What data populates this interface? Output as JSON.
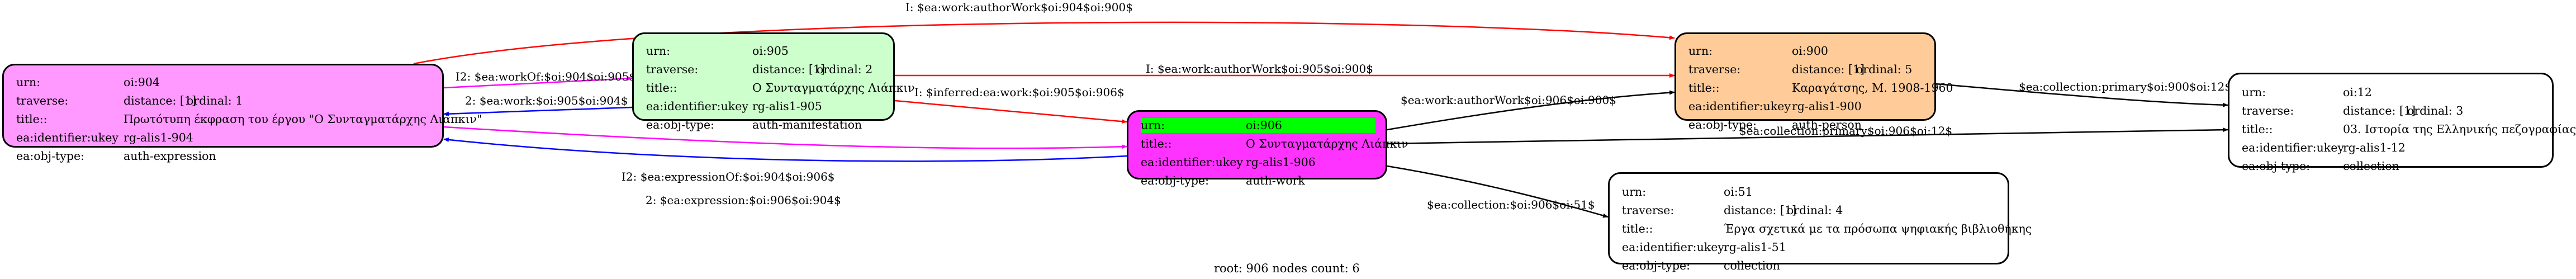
{
  "nodes": {
    "n904": {
      "urn_k": "urn:",
      "urn_v": "oi:904",
      "traverse_k": "traverse:",
      "distance": "distance: [1]",
      "ordinal": "ordinal: 1",
      "title_k": "title::",
      "title_v": "Πρωτότυπη έκφραση του έργου \"Ο Συνταγματάρχης Λιάπκιν\"",
      "ident_k": "ea:identifier:ukey",
      "ident_v": "rg-alis1-904",
      "type_k": "ea:obj-type:",
      "type_v": "auth-expression"
    },
    "n905": {
      "urn_k": "urn:",
      "urn_v": "oi:905",
      "traverse_k": "traverse:",
      "distance": "distance: [1]",
      "ordinal": "ordinal: 2",
      "title_k": "title::",
      "title_v": "Ο Συνταγματάρχης Λιάπκιν",
      "ident_k": "ea:identifier:ukey",
      "ident_v": "rg-alis1-905",
      "type_k": "ea:obj-type:",
      "type_v": "auth-manifestation"
    },
    "n906": {
      "urn_k": "urn:",
      "urn_v": "oi:906",
      "title_k": "title::",
      "title_v": "Ο Συνταγματάρχης Λιάπκιν",
      "ident_k": "ea:identifier:ukey",
      "ident_v": "rg-alis1-906",
      "type_k": "ea:obj-type:",
      "type_v": "auth-work"
    },
    "n900": {
      "urn_k": "urn:",
      "urn_v": "oi:900",
      "traverse_k": "traverse:",
      "distance": "distance: [1]",
      "ordinal": "ordinal: 5",
      "title_k": "title::",
      "title_v": "Καραγάτσης, Μ. 1908-1960",
      "ident_k": "ea:identifier:ukey",
      "ident_v": "rg-alis1-900",
      "type_k": "ea:obj-type:",
      "type_v": "auth-person"
    },
    "n12": {
      "urn_k": "urn:",
      "urn_v": "oi:12",
      "traverse_k": "traverse:",
      "distance": "distance: [1]",
      "ordinal": "ordinal: 3",
      "title_k": "title::",
      "title_v": "03. Ιστορία της Ελληνικής πεζογραφίας",
      "ident_k": "ea:identifier:ukey",
      "ident_v": "rg-alis1-12",
      "type_k": "ea:obj-type:",
      "type_v": "collection"
    },
    "n51": {
      "urn_k": "urn:",
      "urn_v": "oi:51",
      "traverse_k": "traverse:",
      "distance": "distance: [1]",
      "ordinal": "ordinal: 4",
      "title_k": "title::",
      "title_v": "Έργα σχετικά με τα πρόσωπα ψηφιακής βιβλιοθήκης",
      "ident_k": "ea:identifier:ukey",
      "ident_v": "rg-alis1-51",
      "type_k": "ea:obj-type:",
      "type_v": "collection"
    }
  },
  "edges": {
    "e1": "I: $ea:work:authorWork$oi:904$oi:900$",
    "e2": "I2: $ea:workOf:$oi:904$oi:905$",
    "e3": "2: $ea:work:$oi:905$oi:904$",
    "e4": "I: $ea:work:authorWork$oi:905$oi:900$",
    "e5": "I: $inferred:ea:work:$oi:905$oi:906$",
    "e6": "$ea:work:authorWork$oi:906$oi:900$",
    "e7": "$ea:collection:primary$oi:900$oi:12$",
    "e8": "$ea:collection:primary$oi:906$oi:12$",
    "e9": "I2: $ea:expressionOf:$oi:904$oi:906$",
    "e10": "2: $ea:expression:$oi:906$oi:904$",
    "e11": "$ea:collection:$oi:906$oi:51$"
  },
  "colors": {
    "red": "#ff0000",
    "magenta": "#ff00ff",
    "blue": "#0000ff",
    "black": "#000000"
  },
  "footer": "root: 906 nodes count: 6"
}
